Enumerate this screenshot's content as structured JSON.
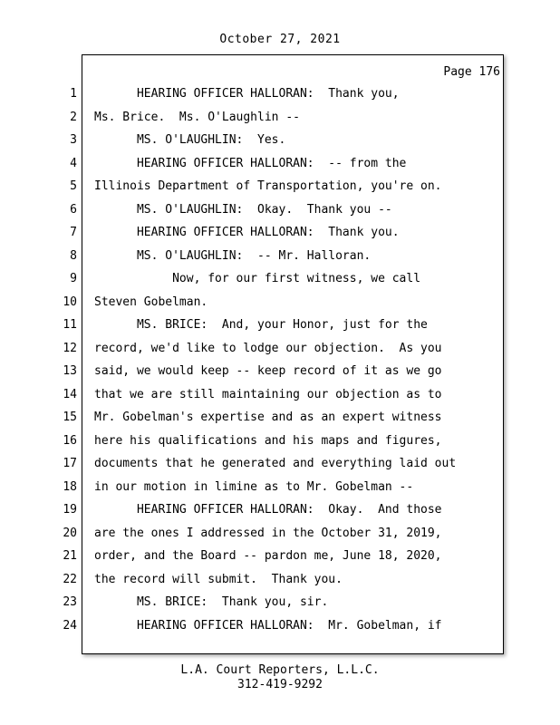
{
  "header": {
    "date": "October 27, 2021"
  },
  "page": {
    "page_label": "Page 176",
    "lines": [
      {
        "num": "1",
        "text": "      HEARING OFFICER HALLORAN:  Thank you,"
      },
      {
        "num": "2",
        "text": "Ms. Brice.  Ms. O'Laughlin --"
      },
      {
        "num": "3",
        "text": "      MS. O'LAUGHLIN:  Yes."
      },
      {
        "num": "4",
        "text": "      HEARING OFFICER HALLORAN:  -- from the"
      },
      {
        "num": "5",
        "text": "Illinois Department of Transportation, you're on."
      },
      {
        "num": "6",
        "text": "      MS. O'LAUGHLIN:  Okay.  Thank you --"
      },
      {
        "num": "7",
        "text": "      HEARING OFFICER HALLORAN:  Thank you."
      },
      {
        "num": "8",
        "text": "      MS. O'LAUGHLIN:  -- Mr. Halloran."
      },
      {
        "num": "9",
        "text": "           Now, for our first witness, we call"
      },
      {
        "num": "10",
        "text": "Steven Gobelman."
      },
      {
        "num": "11",
        "text": "      MS. BRICE:  And, your Honor, just for the"
      },
      {
        "num": "12",
        "text": "record, we'd like to lodge our objection.  As you"
      },
      {
        "num": "13",
        "text": "said, we would keep -- keep record of it as we go"
      },
      {
        "num": "14",
        "text": "that we are still maintaining our objection as to"
      },
      {
        "num": "15",
        "text": "Mr. Gobelman's expertise and as an expert witness"
      },
      {
        "num": "16",
        "text": "here his qualifications and his maps and figures,"
      },
      {
        "num": "17",
        "text": "documents that he generated and everything laid out"
      },
      {
        "num": "18",
        "text": "in our motion in limine as to Mr. Gobelman --"
      },
      {
        "num": "19",
        "text": "      HEARING OFFICER HALLORAN:  Okay.  And those"
      },
      {
        "num": "20",
        "text": "are the ones I addressed in the October 31, 2019,"
      },
      {
        "num": "21",
        "text": "order, and the Board -- pardon me, June 18, 2020,"
      },
      {
        "num": "22",
        "text": "the record will submit.  Thank you."
      },
      {
        "num": "23",
        "text": "      MS. BRICE:  Thank you, sir."
      },
      {
        "num": "24",
        "text": "      HEARING OFFICER HALLORAN:  Mr. Gobelman, if"
      }
    ]
  },
  "footer": {
    "company": "L.A. Court Reporters, L.L.C.",
    "phone": "312-419-9292"
  }
}
